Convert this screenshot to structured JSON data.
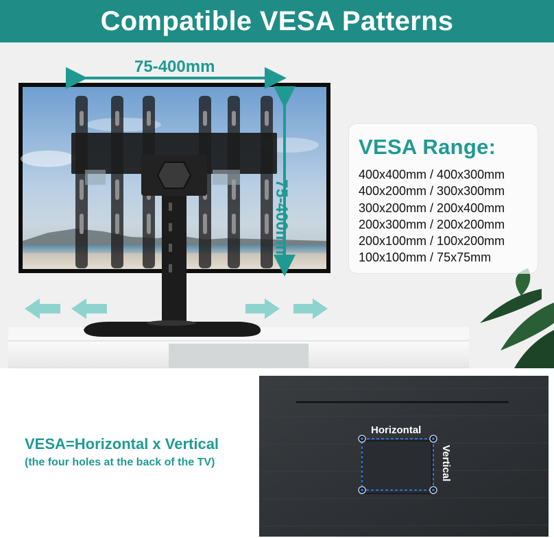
{
  "banner": {
    "title": "Compatible VESA Patterns"
  },
  "measure": {
    "horizontal": "75-400mm",
    "vertical": "75-400mm"
  },
  "range": {
    "title": "VESA Range:",
    "lines": [
      "400x400mm / 400x300mm",
      "400x200mm / 300x300mm",
      "300x200mm / 200x400mm",
      "200x300mm / 200x200mm",
      "200x100mm / 100x200mm",
      "100x100mm / 75x75mm"
    ]
  },
  "explain": {
    "formula": "VESA=Horizontal x Vertical",
    "note": "(the four holes at the back of the TV)"
  },
  "tvback": {
    "horizontal_label": "Horizontal",
    "vertical_label": "Vertical"
  },
  "colors": {
    "accent": "#1f8c86",
    "text_accent": "#1f9a93"
  },
  "icons": [
    "arrow-left-icon",
    "arrow-right-icon",
    "double-arrow-icon",
    "mount-hole-icon"
  ]
}
